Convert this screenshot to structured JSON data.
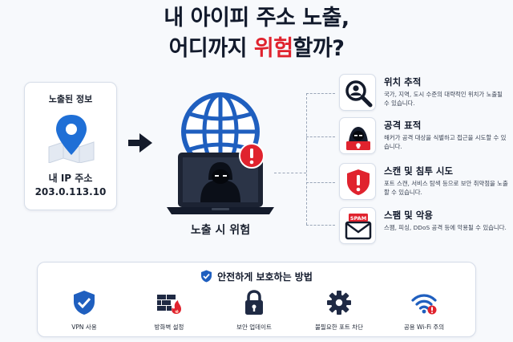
{
  "title": {
    "line1": "내 아이피 주소 노출,",
    "line2_prefix": "어디까지 ",
    "line2_danger": "위험",
    "line2_suffix": "할까?"
  },
  "info_card": {
    "heading": "노출된 정보",
    "ip_label": "내 IP 주소",
    "ip_value": "203.0.113.10"
  },
  "center": {
    "label": "노출 시 위험"
  },
  "risks": [
    {
      "title": "위치 추적",
      "desc": "국가, 지역, 도시 수준의 대략적인 위치가 노출될 수 있습니다.",
      "icon": "magnifier-person-icon"
    },
    {
      "title": "공격 표적",
      "desc": "해커가 공격 대상을 식별하고 접근을 시도할 수 있습니다.",
      "icon": "hacker-icon"
    },
    {
      "title": "스캔 및 침투 시도",
      "desc": "포트 스캔, 서비스 탐색 등으로 보안 취약점을 노출할 수 있습니다.",
      "icon": "shield-warning-icon"
    },
    {
      "title": "스팸 및 악용",
      "desc": "스팸, 피싱, DDoS 공격 등에 악용될 수 있습니다.",
      "icon": "spam-mail-icon"
    }
  ],
  "spam_badge": "SPAM",
  "protection": {
    "heading": "안전하게 보호하는 방법",
    "items": [
      {
        "label": "VPN 사용",
        "icon": "vpn-shield-icon"
      },
      {
        "label": "방화벽 설정",
        "icon": "firewall-icon"
      },
      {
        "label": "보안 업데이트",
        "icon": "lock-icon"
      },
      {
        "label": "불필요한 포트 차단",
        "icon": "gear-icon"
      },
      {
        "label": "공용 Wi-Fi 주의",
        "icon": "wifi-warning-icon"
      }
    ]
  },
  "colors": {
    "primary_blue": "#1f5fbf",
    "danger_red": "#e0232e",
    "dark": "#141b2b"
  }
}
